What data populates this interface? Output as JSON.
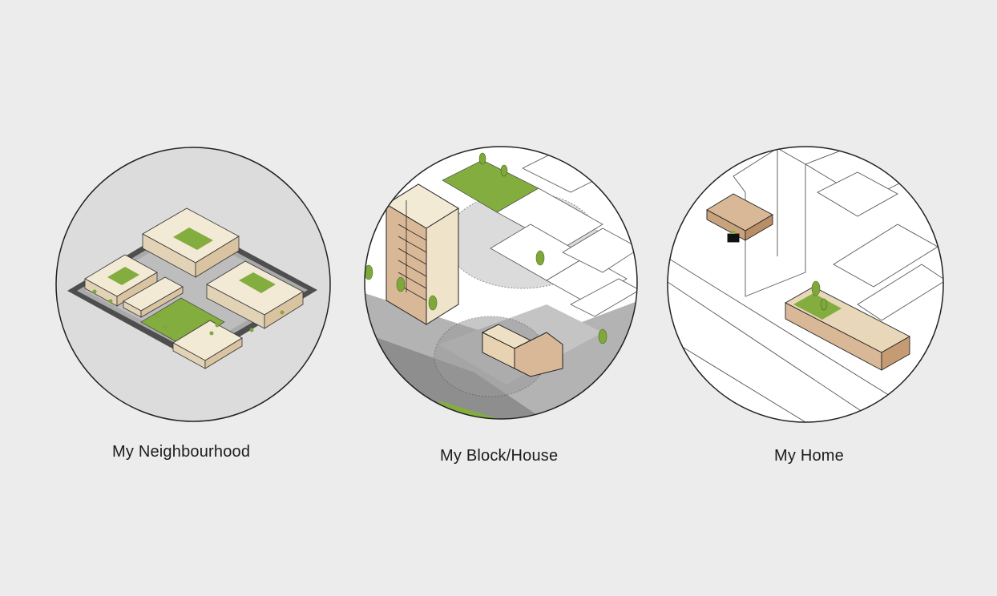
{
  "panels": [
    {
      "caption": "My Neighbourhood"
    },
    {
      "caption": "My Block/House"
    },
    {
      "caption": "My Home"
    }
  ],
  "colors": {
    "background": "#ececec",
    "neighbourhood_fill": "#dcdcdc",
    "ground": "#ffffff",
    "road": "#9e9e9e",
    "road_dark": "#5a5a5a",
    "building_light": "#f3ead6",
    "building_side": "#e3d3b6",
    "building_timber": "#d9b897",
    "green": "#84ad3f",
    "tree": "#7ea83a",
    "outline": "#2a2a2a"
  }
}
